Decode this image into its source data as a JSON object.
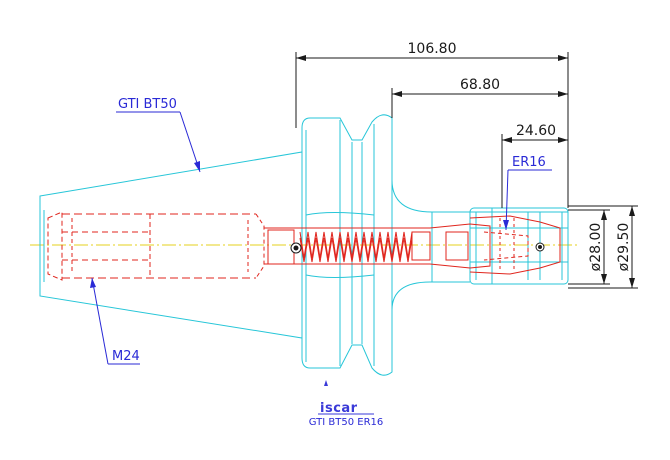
{
  "dimensions": {
    "total_length": "106.80",
    "shank_length": "68.80",
    "nose_length": "24.60",
    "nose_diameter": "ø28.00",
    "nut_diameter": "ø29.50"
  },
  "labels": {
    "taper": "GTI  BT50",
    "collet": "ER16",
    "thread": "M24"
  },
  "logo": {
    "brand": "iscar",
    "caption": "GTI  BT50  ER16"
  },
  "colors": {
    "outline": "#27c6d8",
    "hidden": "#e0261e",
    "leader": "#2a2ad6",
    "dimension": "#1a1a1a",
    "centerline": "#e6d21e"
  }
}
